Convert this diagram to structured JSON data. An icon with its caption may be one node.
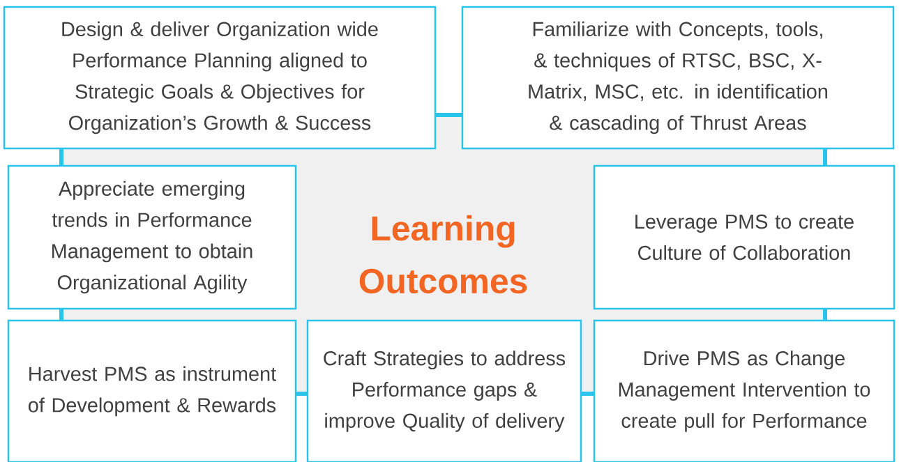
{
  "diagram": {
    "nodes": [
      {
        "text": [
          "Design & deliver Organization wide Performance Planning aligned to Strategic Goals & Objectives for Organization’s Growth & Success"
        ]
      },
      {
        "text": [
          "Familiarize with Concepts, tools, & techniques of RTSC, BSC, X-Matrix, MSC, etc. in identification & cascading of Thrust Areas"
        ]
      },
      {
        "text": [
          "Appreciate emerging trends in Performance Management to obtain Organizational Agility"
        ]
      },
      {
        "text": [
          "Learning Outcomes"
        ]
      },
      {
        "text": [
          "Leverage PMS to create Culture of Collaboration"
        ]
      },
      {
        "text": [
          "Harvest PMS as instrument of Development & Rewards"
        ]
      },
      {
        "text": [
          "Craft Strategies to address Performance gaps & improve Quality of delivery"
        ]
      },
      {
        "text": [
          "Drive PMS as Change Management Intervention to create pull for Performance"
        ]
      }
    ]
  }
}
